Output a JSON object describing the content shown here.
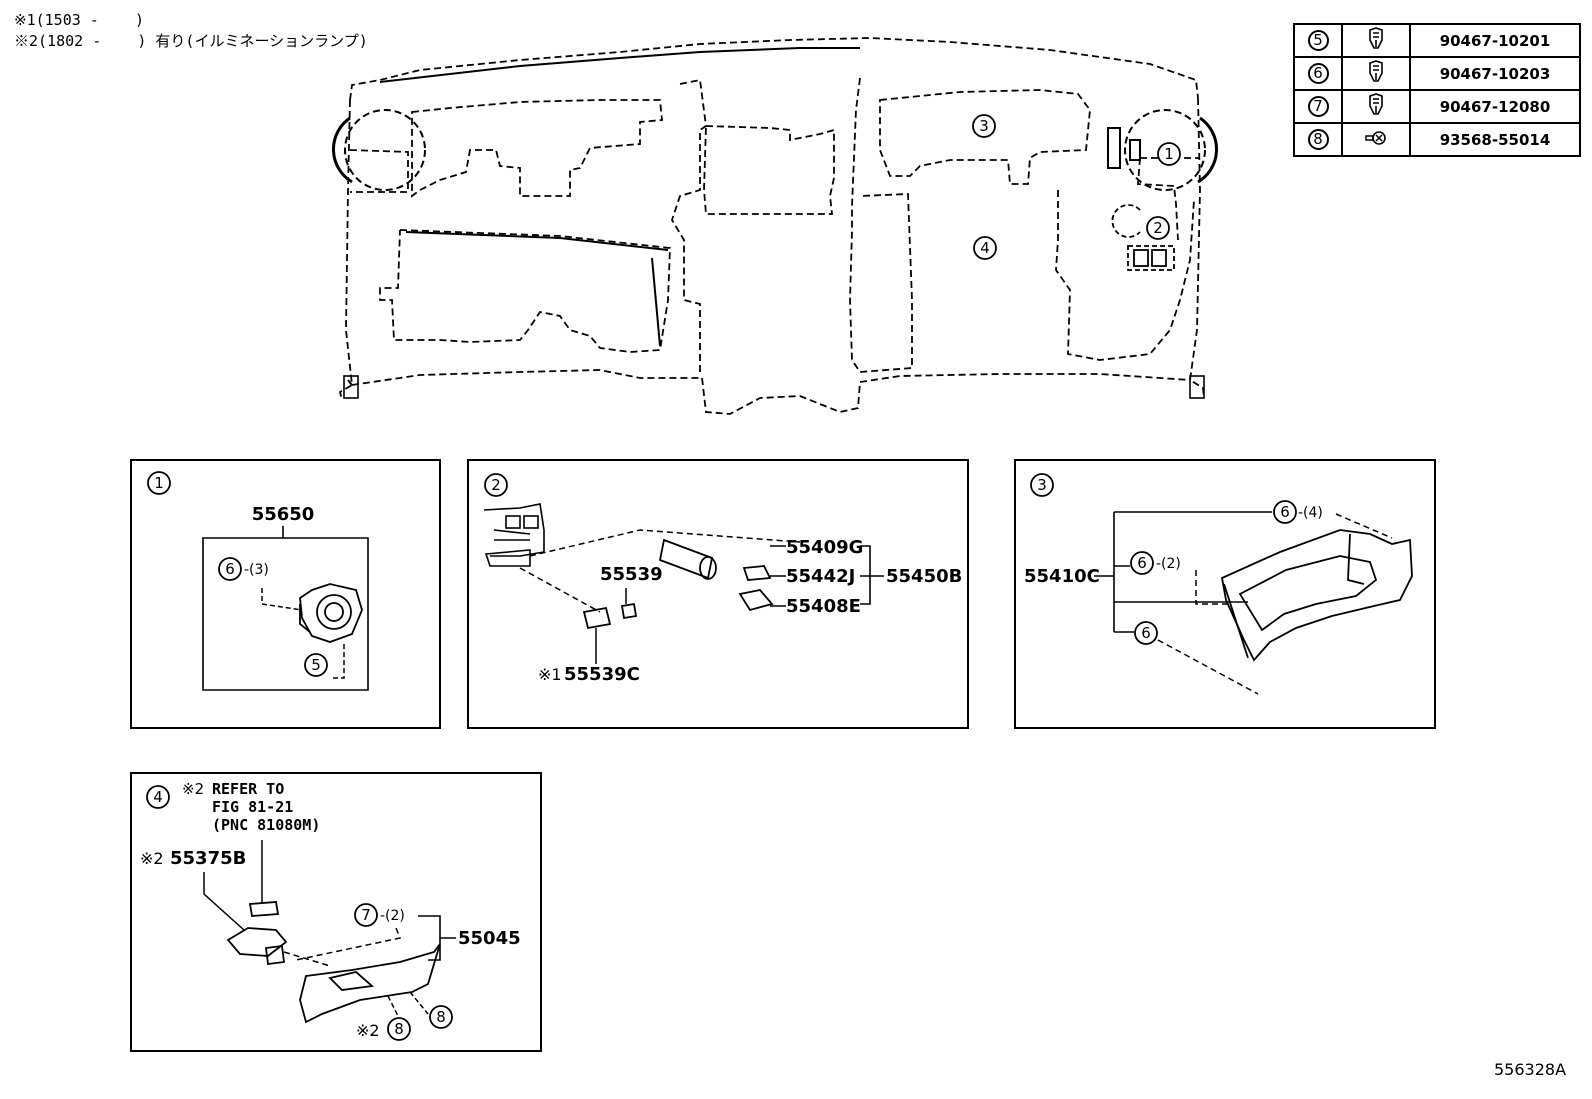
{
  "notes": [
    "※1(1503 -    )",
    "※2(1802 -    ) 有り(イルミネーションランプ)"
  ],
  "parts_table": [
    {
      "ref": "5",
      "icon": "clip-icon",
      "part": "90467-10201"
    },
    {
      "ref": "6",
      "icon": "clip-icon",
      "part": "90467-10203"
    },
    {
      "ref": "7",
      "icon": "clip-icon",
      "part": "90467-12080"
    },
    {
      "ref": "8",
      "icon": "screw-icon",
      "part": "93568-55014"
    }
  ],
  "main_callouts": {
    "c1": "1",
    "c2": "2",
    "c3": "3",
    "c4": "4"
  },
  "panel1": {
    "index": "1",
    "part": "55650",
    "clip_ref": "6",
    "clip_qty": "-(3)",
    "bottom_ref": "5"
  },
  "panel2": {
    "index": "2",
    "p1": "55539",
    "p2": "55539C",
    "p2_note": "※1",
    "p3": "55409G",
    "p4": "55442J",
    "p5": "55408E",
    "assy": "55450B"
  },
  "panel3": {
    "index": "3",
    "part": "55410C",
    "r1": "6",
    "r1_qty": "-(4)",
    "r2": "6",
    "r2_qty": "-(2)",
    "r3": "6"
  },
  "panel4": {
    "index": "4",
    "ref_note": "※2",
    "ref_lines": [
      "REFER TO",
      "FIG 81-21",
      "(PNC 81080M)"
    ],
    "p1_note": "※2",
    "p1": "55375B",
    "clip_ref": "7",
    "clip_qty": "-(2)",
    "assy": "55045",
    "screw_note": "※2",
    "screw_ref": "8",
    "screw_ref2": "8"
  },
  "figure_code": "556328A"
}
